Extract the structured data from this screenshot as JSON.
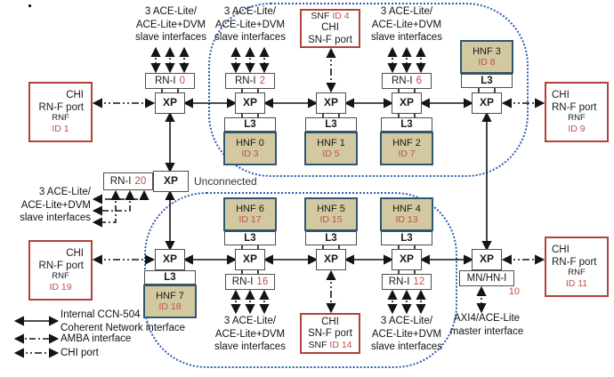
{
  "colors": {
    "red_border": "#b0423a",
    "red_text": "#c0504d",
    "hnf_fill": "#d2c9a0",
    "hnf_border": "#2e5771",
    "box_border": "#4d4d4d",
    "cluster_boundary": "#2e5cae",
    "line": "#141414"
  },
  "labels": {
    "xp": "XP",
    "l3": "L3",
    "rni": "RN-I",
    "mn_hni": "MN/HN-I",
    "unconnected": "Unconnected",
    "chi": "CHI",
    "rnf_port": "RN-F port",
    "rnf": "RNF",
    "snf": "SNF",
    "snf_port": "SN-F port"
  },
  "slave_label": {
    "l1": "3 ACE-Lite/",
    "l2": "ACE-Lite+DVM",
    "l3": "slave interfaces"
  },
  "axi_label": {
    "l1": "AXI4/ACE-Lite",
    "l2": "master interface"
  },
  "node_ids": {
    "rni0": "0",
    "rni2": "2",
    "rni6": "6",
    "rni20": "20",
    "rni16": "16",
    "rni12": "12",
    "mn": "10",
    "snf_top": "ID 4",
    "snf_bottom": "ID 14",
    "rnf1": "ID 1",
    "rnf9": "ID 9",
    "rnf19": "ID 19",
    "rnf11": "ID 11"
  },
  "hnf": {
    "h0": {
      "name": "HNF 0",
      "id": "ID 3"
    },
    "h1": {
      "name": "HNF 1",
      "id": "ID 5"
    },
    "h2": {
      "name": "HNF 2",
      "id": "ID 7"
    },
    "h3": {
      "name": "HNF 3",
      "id": "ID 8"
    },
    "h4": {
      "name": "HNF 4",
      "id": "ID 13"
    },
    "h5": {
      "name": "HNF 5",
      "id": "ID 15"
    },
    "h6": {
      "name": "HNF 6",
      "id": "ID 17"
    },
    "h7": {
      "name": "HNF 7",
      "id": "ID 18"
    }
  },
  "legend": {
    "item1_line1": "Internal CCN-504",
    "item1_line2": "Coherent Network interface",
    "item2": "AMBA interface",
    "item3": "CHI port"
  }
}
